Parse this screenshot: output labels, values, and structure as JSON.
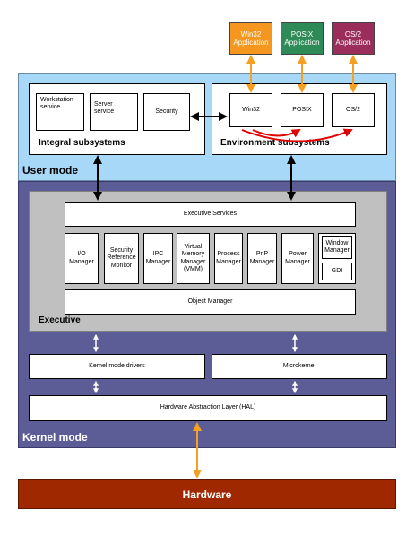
{
  "apps": {
    "win32": "Win32\nApplication",
    "posix": "POSIX\nApplication",
    "os2": "OS/2\nApplication"
  },
  "user_mode": {
    "label": "User mode",
    "integral": {
      "label": "Integral subsystems",
      "workstation": "Workstation service",
      "server": "Server service",
      "security": "Security"
    },
    "environment": {
      "label": "Environment subsystems",
      "win32": "Win32",
      "posix": "POSIX",
      "os2": "OS/2"
    }
  },
  "kernel_mode": {
    "label": "Kernel mode",
    "executive": {
      "label": "Executive",
      "services": "Executive Services",
      "io": "I/O Manager",
      "srm": "Security Reference Monitor",
      "ipc": "IPC Manager",
      "vmm": "Virtual Memory Manager (VMM)",
      "process": "Process Manager",
      "pnp": "PnP Manager",
      "power": "Power Manager",
      "window": "Window Manager",
      "gdi": "GDI",
      "object": "Object Manager"
    },
    "drivers": "Kernel mode drivers",
    "microkernel": "Microkernel",
    "hal": "Hardware Abstraction Layer (HAL)"
  },
  "hardware": "Hardware",
  "colors": {
    "win32_app": "#f5961e",
    "posix_app": "#2e8b57",
    "os2_app": "#9b2d5a",
    "user_mode_bg": "#a8d8f8",
    "kernel_mode_bg": "#5c5c96",
    "executive_bg": "#c0c0c0",
    "hardware_bg": "#a02800",
    "orange_arrow": "#f5a020",
    "red_arrow": "#e00000"
  }
}
